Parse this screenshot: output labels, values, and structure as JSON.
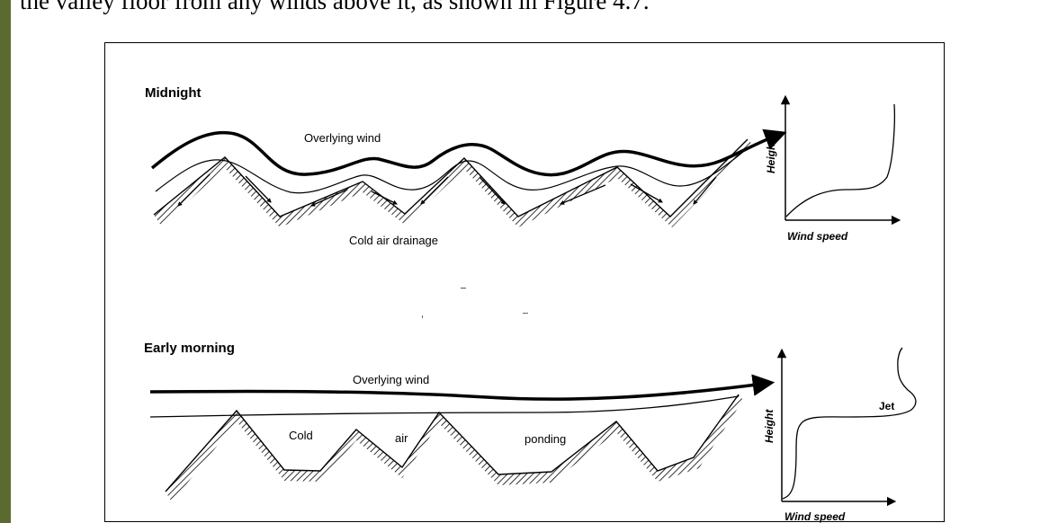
{
  "document": {
    "intro_text": "the valley floor from any winds above it, as shown in Figure 4.7."
  },
  "figure": {
    "midnight": {
      "title": "Midnight",
      "wind_label": "Overlying wind",
      "drainage_label": "Cold air drainage",
      "graph": {
        "y_label": "Height",
        "x_label": "Wind speed"
      }
    },
    "early_morning": {
      "title": "Early morning",
      "wind_label": "Overlying wind",
      "ponding_words": [
        "Cold",
        "air",
        "ponding"
      ],
      "graph": {
        "y_label": "Height",
        "x_label": "Wind speed",
        "jet_label": "Jet"
      }
    }
  },
  "colors": {
    "accent_bar": "#5b6b2f",
    "ink": "#000000"
  }
}
